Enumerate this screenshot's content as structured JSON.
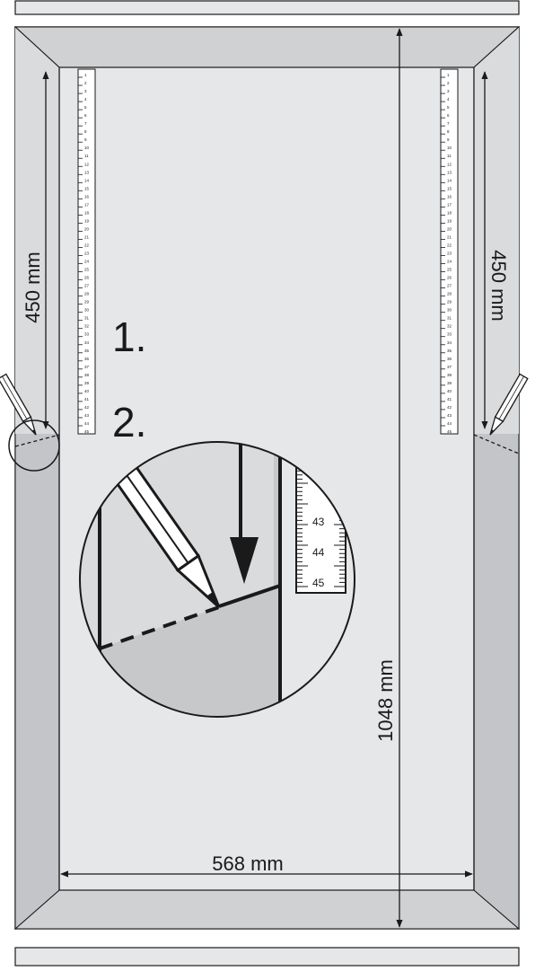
{
  "dimensions": {
    "left_height": "450 mm",
    "right_height": "450 mm",
    "total_height": "1048 mm",
    "inner_width": "568 mm"
  },
  "steps": {
    "step1": "1.",
    "step2": "2."
  },
  "detail_ruler_labels": [
    "43",
    "44",
    "45"
  ],
  "ruler_scale": {
    "start": 1,
    "end": 45
  },
  "colors": {
    "panel_fill": "#e6e7e9",
    "side_fill": "#c6c8ca",
    "frame_fill": "#d3d5d7",
    "line": "#1a1a1a"
  },
  "icons": [
    "pencil-icon",
    "magnifier-detail"
  ]
}
